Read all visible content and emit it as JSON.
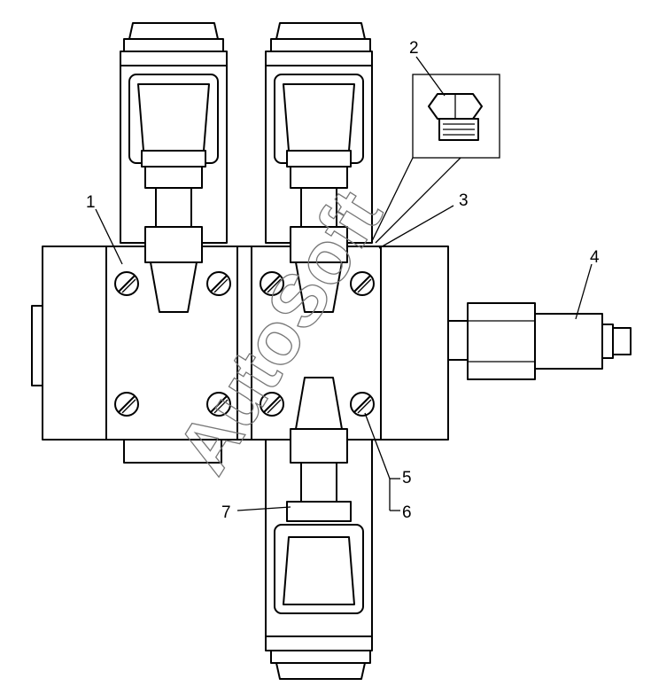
{
  "callouts": [
    {
      "id": "1",
      "text": "1"
    },
    {
      "id": "2",
      "text": "2"
    },
    {
      "id": "3",
      "text": "3"
    },
    {
      "id": "4",
      "text": "4"
    },
    {
      "id": "5",
      "text": "5"
    },
    {
      "id": "6",
      "text": "6"
    },
    {
      "id": "7",
      "text": "7"
    }
  ],
  "watermark": "AutoSoft"
}
